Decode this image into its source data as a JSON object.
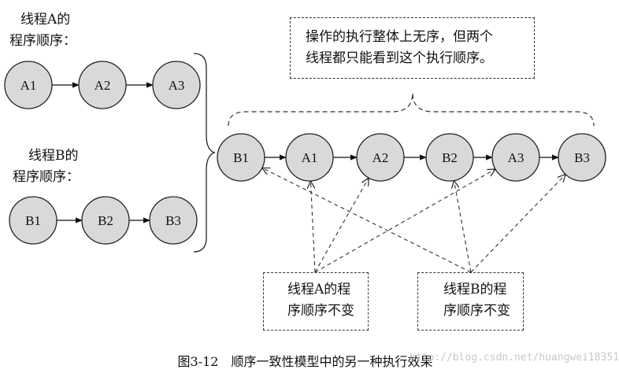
{
  "thread_a": {
    "label_line1": "线程A的",
    "label_line2": "程序顺序：",
    "nodes": [
      "A1",
      "A2",
      "A3"
    ]
  },
  "thread_b": {
    "label_line1": "线程B的",
    "label_line2": "程序顺序：",
    "nodes": [
      "B1",
      "B2",
      "B3"
    ]
  },
  "global_order": {
    "nodes": [
      "B1",
      "A1",
      "A2",
      "B2",
      "A3",
      "B3"
    ]
  },
  "top_note": {
    "line1": "操作的执行整体上无序，但两个",
    "line2": "线程都只能看到这个执行顺序。"
  },
  "note_a": {
    "line1": "线程A的程",
    "line2": "序顺序不变"
  },
  "note_b": {
    "line1": "线程B的程",
    "line2": "序顺序不变"
  },
  "caption": "图3-12　顺序一致性模型中的另一种执行效果",
  "watermark": "http://blog.csdn.net/huangwei18351"
}
